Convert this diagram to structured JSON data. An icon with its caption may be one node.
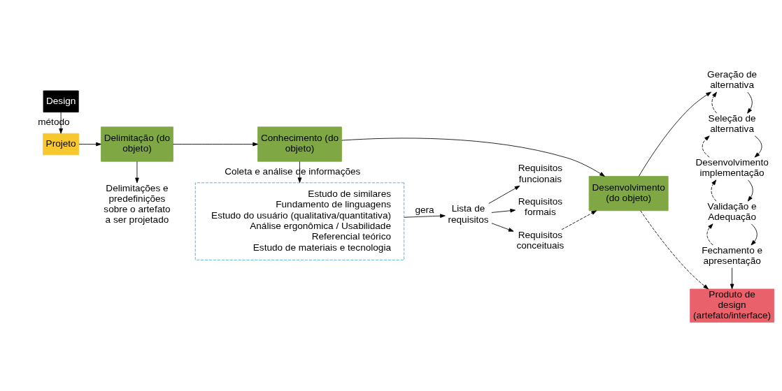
{
  "diagram": {
    "nodes": [
      {
        "text": [
          "Estudo de similares",
          "Fundamento de linguagens",
          "Estudo do usuário (qualitativa/quantitativa)",
          "Análise ergonômica / Usabilidade",
          "Referencial teórico",
          "Estudo de materiais e tecnologia"
        ]
      },
      {
        "text": [
          "Lista de requisitos"
        ]
      },
      {
        "text": [
          "Requisitos funcionais"
        ]
      },
      {
        "text": [
          "Requisitos formais"
        ]
      },
      {
        "text": [
          "Requisitos conceituais"
        ]
      },
      {
        "text": [
          "Projeto"
        ]
      },
      {
        "text": [
          "Design"
        ]
      },
      {
        "text": [
          "Delimitação (do objeto)"
        ]
      },
      {
        "text": [
          "Conhecimento (do objeto)"
        ]
      },
      {
        "text": [
          "Desenvolvimento (do objeto)"
        ]
      },
      {
        "text": [
          "Delimitações e predefinições sobre o artefato a ser projetado"
        ]
      },
      {
        "text": [
          "Geração de alternativa"
        ]
      },
      {
        "text": [
          "Seleção de alternativa"
        ]
      },
      {
        "text": [
          "Desenvolvimento implementação"
        ]
      },
      {
        "text": [
          "Validação e Adequação"
        ]
      },
      {
        "text": [
          "Fechamento e apresentação"
        ]
      },
      {
        "text": [
          "Produto de design (artefato/interface)"
        ]
      }
    ],
    "edges": [
      {
        "from": 0,
        "to": 1,
        "arrow": "to",
        "label": "gera"
      },
      {
        "from": 1,
        "to": 2,
        "arrow": "to"
      },
      {
        "from": 1,
        "to": 3,
        "arrow": "to"
      },
      {
        "from": 1,
        "to": 4,
        "arrow": "to"
      },
      {
        "from": 6,
        "to": 5,
        "arrow": "to",
        "label": "método"
      },
      {
        "from": 5,
        "to": 7,
        "arrow": "to"
      },
      {
        "from": 7,
        "to": 8,
        "arrow": "to"
      },
      {
        "from": 8,
        "to": 0,
        "arrow": "to",
        "label": "Coleta e análise de informações"
      },
      {
        "from": 8,
        "to": 9,
        "arrow": "to"
      },
      {
        "from": 4,
        "to": 9,
        "arrow": "to",
        "style": "dashed"
      },
      {
        "from": 9,
        "to": 11,
        "arrow": "to"
      },
      {
        "from": 7,
        "to": 10,
        "arrow": "to"
      },
      {
        "from": 11,
        "to": 12,
        "arrow": "to"
      },
      {
        "from": 12,
        "to": 11,
        "arrow": "to",
        "style": "dashed"
      },
      {
        "from": 12,
        "to": 13,
        "arrow": "to"
      },
      {
        "from": 13,
        "to": 12,
        "arrow": "to",
        "style": "dashed"
      },
      {
        "from": 13,
        "to": 14,
        "arrow": "to"
      },
      {
        "from": 14,
        "to": 13,
        "arrow": "to",
        "style": "dashed"
      },
      {
        "from": 14,
        "to": 15,
        "arrow": "to"
      },
      {
        "from": 15,
        "to": 14,
        "arrow": "to",
        "style": "dashed"
      },
      {
        "from": 15,
        "to": 16,
        "arrow": "to"
      },
      {
        "from": 9,
        "to": 16,
        "arrow": "to",
        "style": "dashed"
      }
    ]
  }
}
